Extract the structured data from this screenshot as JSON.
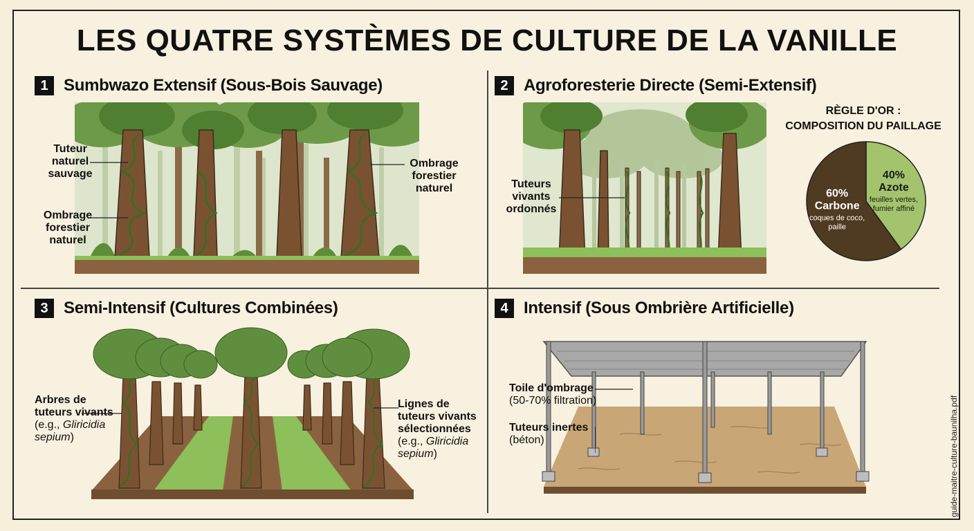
{
  "title": "LES QUATRE SYSTÈMES DE CULTURE DE LA VANILLE",
  "panels": [
    {
      "number": "1",
      "title": "Sumbwazo Extensif (Sous-Bois Sauvage)",
      "labels": {
        "left_top": [
          "Tuteur",
          "naturel",
          "sauvage"
        ],
        "left_bottom": [
          "Ombrage",
          "forestier",
          "naturel"
        ],
        "right": [
          "Ombrage",
          "forestier",
          "naturel"
        ]
      }
    },
    {
      "number": "2",
      "title": "Agroforesterie Directe (Semi-Extensif)",
      "labels": {
        "left": [
          "Tuteurs",
          "vivants",
          "ordonnés"
        ]
      }
    },
    {
      "number": "3",
      "title": "Semi-Intensif (Cultures Combinées)",
      "labels": {
        "left_lines": [
          "Arbres de",
          "tuteurs vivants"
        ],
        "left_sub": "(e.g., ",
        "left_species_a": "Gliricidia",
        "left_species_b": "sepium",
        "left_close": ")",
        "right_lines": [
          "Lignes de",
          "tuteurs vivants",
          "sélectionnées"
        ],
        "right_sub": "(e.g., ",
        "right_species_a": "Gliricidia",
        "right_species_b": "sepium",
        "right_close": ")"
      }
    },
    {
      "number": "4",
      "title": "Intensif (Sous Ombrière Artificielle)",
      "labels": {
        "shade_main": "Toile d'ombrage",
        "shade_sub": "(50-70% filtration)",
        "post_main": "Tuteurs inertes",
        "post_sub": "(béton)"
      }
    }
  ],
  "chart_data": {
    "type": "pie",
    "title_lines": [
      "RÈGLE D'OR :",
      "COMPOSITION DU PAILLAGE"
    ],
    "slices": [
      {
        "name": "Carbone",
        "value": 60,
        "label": "60%",
        "detail": [
          "coques de coco,",
          "paille"
        ],
        "color": "#4f3a22"
      },
      {
        "name": "Azote",
        "value": 40,
        "label": "40%",
        "detail": [
          "feuilles vertes,",
          "fumier affiné"
        ],
        "color": "#a3c46c"
      }
    ]
  },
  "file_label": "guide-maitre-culture-baunilha.pdf",
  "colors": {
    "bark": "#7a5232",
    "canopy": "#5f8f3e",
    "canopy_light": "#8bb361",
    "soil": "#8a6240",
    "grass": "#8dbf5a",
    "mist": "#cfdcc0"
  }
}
